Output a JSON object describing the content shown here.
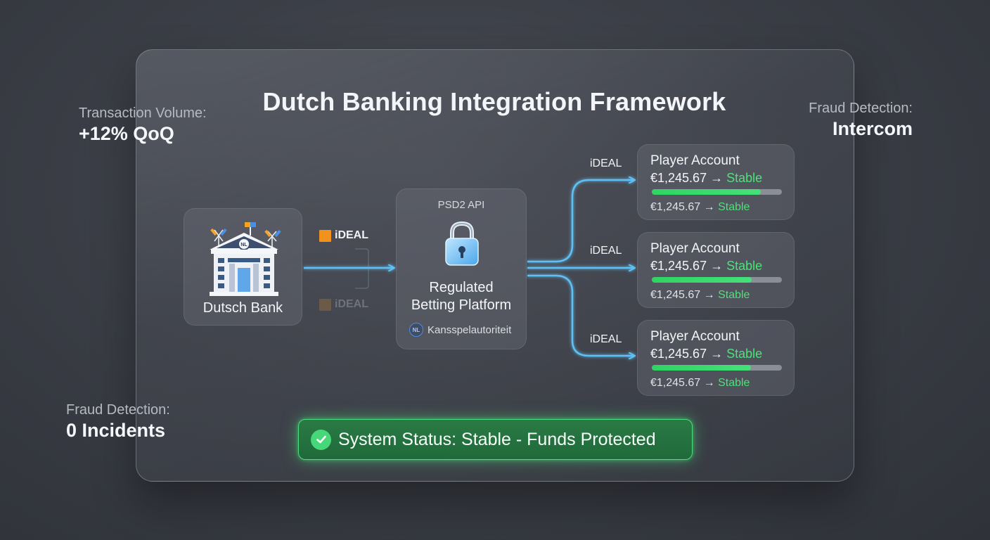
{
  "title": "Dutch Banking Integration Framework",
  "stats": {
    "transaction_volume": {
      "label": "Transaction Volume:",
      "value": "+12% QoQ"
    },
    "fraud_detection_top": {
      "label": "Fraud Detection:",
      "value": "Intercom"
    },
    "fraud_detection_bottom": {
      "label": "Fraud Detection:",
      "value": "0 Incidents"
    }
  },
  "bank": {
    "label": "Dutsch Bank",
    "badge": "NL"
  },
  "left_links": [
    {
      "label": "iDEAL",
      "active": true
    },
    {
      "label": "iDEAL",
      "active": false
    }
  ],
  "platform": {
    "api_label": "PSD2 API",
    "name_line1": "Regulated",
    "name_line2": "Betting Platform",
    "regulator_badge": "NL",
    "regulator": "Kansspelautoriteit"
  },
  "right_links": [
    "iDEAL",
    "iDEAL",
    "iDEAL"
  ],
  "accounts": [
    {
      "title": "Player Account",
      "balance": "€1,245.67 →",
      "status": "Stable",
      "balance2": "€1,245.67 →",
      "status2": "Stable",
      "progress": 0.84
    },
    {
      "title": "Player Account",
      "balance": "€1,245.67 →",
      "status": "Stable",
      "balance2": "€1,245.67 →",
      "status2": "Stable",
      "progress": 0.77
    },
    {
      "title": "Player Account",
      "balance": "€1,245.67 →",
      "status": "Stable",
      "balance2": "€1,245.67 →",
      "status2": "Stable",
      "progress": 0.76
    }
  ],
  "status_bar": {
    "text": "System Status: Stable - Funds Protected",
    "icon": "check-circle-icon"
  },
  "colors": {
    "accent": "#4fb6f0",
    "success": "#4fe07a",
    "ideal": "#f0921c"
  }
}
